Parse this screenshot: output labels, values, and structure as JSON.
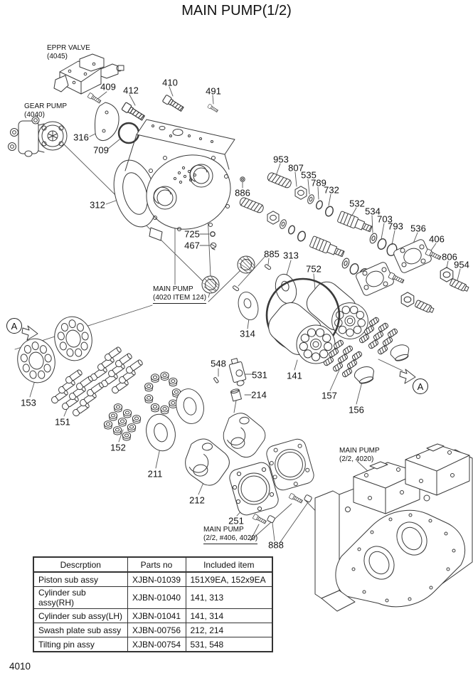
{
  "page": {
    "title": "MAIN PUMP(1/2)",
    "page_number": "4010"
  },
  "view_marker": "A",
  "assemblies": {
    "eppr_valve": {
      "name": "EPPR VALVE",
      "ref": "(4045)"
    },
    "gear_pump": {
      "name": "GEAR PUMP",
      "ref": "(4040)"
    },
    "main_pump_item124": {
      "name": "MAIN PUMP",
      "ref": "(4020 ITEM 124)"
    },
    "main_pump_2_2_406": {
      "name": "MAIN PUMP",
      "ref": "(2/2, #406, 4020)"
    },
    "main_pump_2_2": {
      "name": "MAIN PUMP",
      "ref": "(2/2, 4020)"
    }
  },
  "parts": {
    "p409": "409",
    "p412": "412",
    "p410": "410",
    "p491": "491",
    "p316": "316",
    "p709": "709",
    "p312": "312",
    "p886": "886",
    "p953": "953",
    "p807": "807",
    "p535": "535",
    "p789": "789",
    "p732": "732",
    "p532": "532",
    "p534": "534",
    "p703": "703",
    "p793": "793",
    "p536": "536",
    "p406": "406",
    "p806": "806",
    "p954": "954",
    "p725": "725",
    "p467": "467",
    "p885": "885",
    "p313": "313",
    "p752": "752",
    "p314": "314",
    "p153": "153",
    "p151": "151",
    "p152": "152",
    "p548": "548",
    "p531": "531",
    "p214": "214",
    "p141": "141",
    "p157": "157",
    "p156": "156",
    "p211": "211",
    "p212": "212",
    "p251": "251",
    "p888": "888"
  },
  "table": {
    "headers": [
      "Descrption",
      "Parts no",
      "Included item"
    ],
    "rows": [
      [
        "Piston sub assy",
        "XJBN-01039",
        "151X9EA, 152x9EA"
      ],
      [
        "Cylinder sub assy(RH)",
        "XJBN-01040",
        "141, 313"
      ],
      [
        "Cylinder sub assy(LH)",
        "XJBN-01041",
        "141, 314"
      ],
      [
        "Swash plate sub assy",
        "XJBN-00756",
        "212, 214"
      ],
      [
        "Tilting pin assy",
        "XJBN-00754",
        "531, 548"
      ]
    ]
  },
  "colors": {
    "ink": "#3a3a3a",
    "paper": "#ffffff"
  }
}
